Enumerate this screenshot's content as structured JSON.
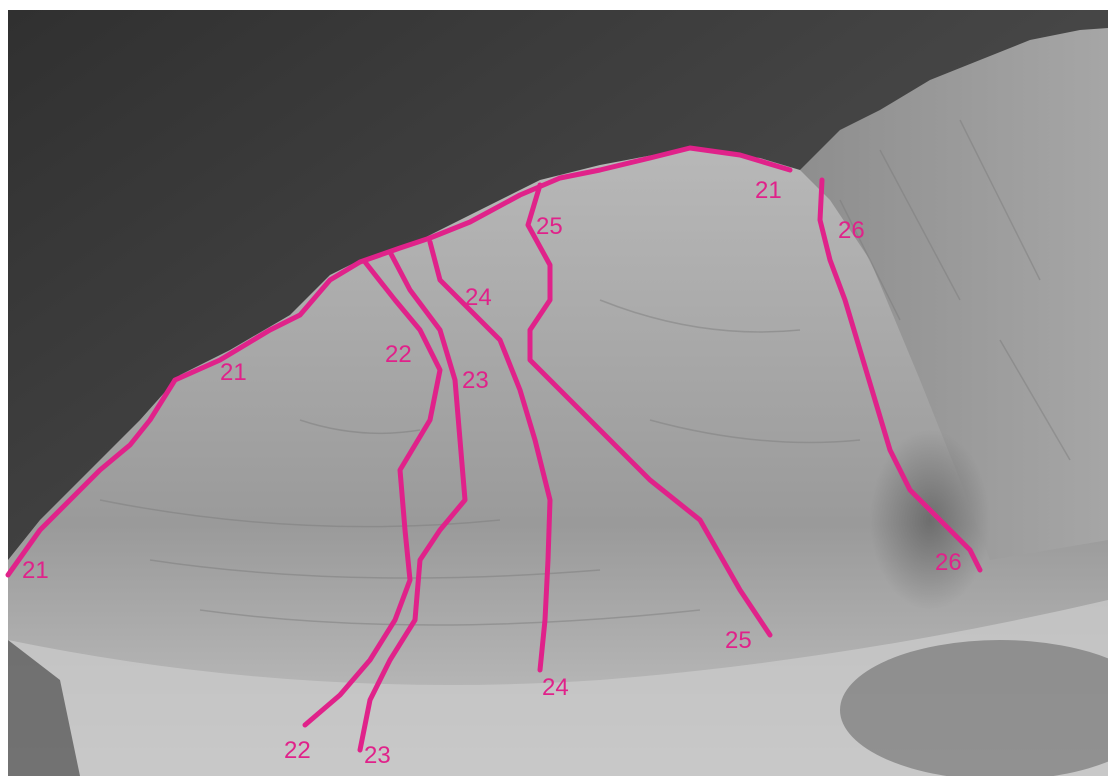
{
  "image": {
    "subject": "rock-face",
    "route_color": "#e0228a",
    "sky_color": "#4a4a4a",
    "rock_color": "#a9a9a9"
  },
  "routes": [
    {
      "id": "21",
      "labels": [
        "21",
        "21",
        "21"
      ]
    },
    {
      "id": "22",
      "labels": [
        "22",
        "22"
      ]
    },
    {
      "id": "23",
      "labels": [
        "23",
        "23"
      ]
    },
    {
      "id": "24",
      "labels": [
        "24",
        "24"
      ]
    },
    {
      "id": "25",
      "labels": [
        "25",
        "25"
      ]
    },
    {
      "id": "26",
      "labels": [
        "26",
        "26"
      ]
    }
  ]
}
